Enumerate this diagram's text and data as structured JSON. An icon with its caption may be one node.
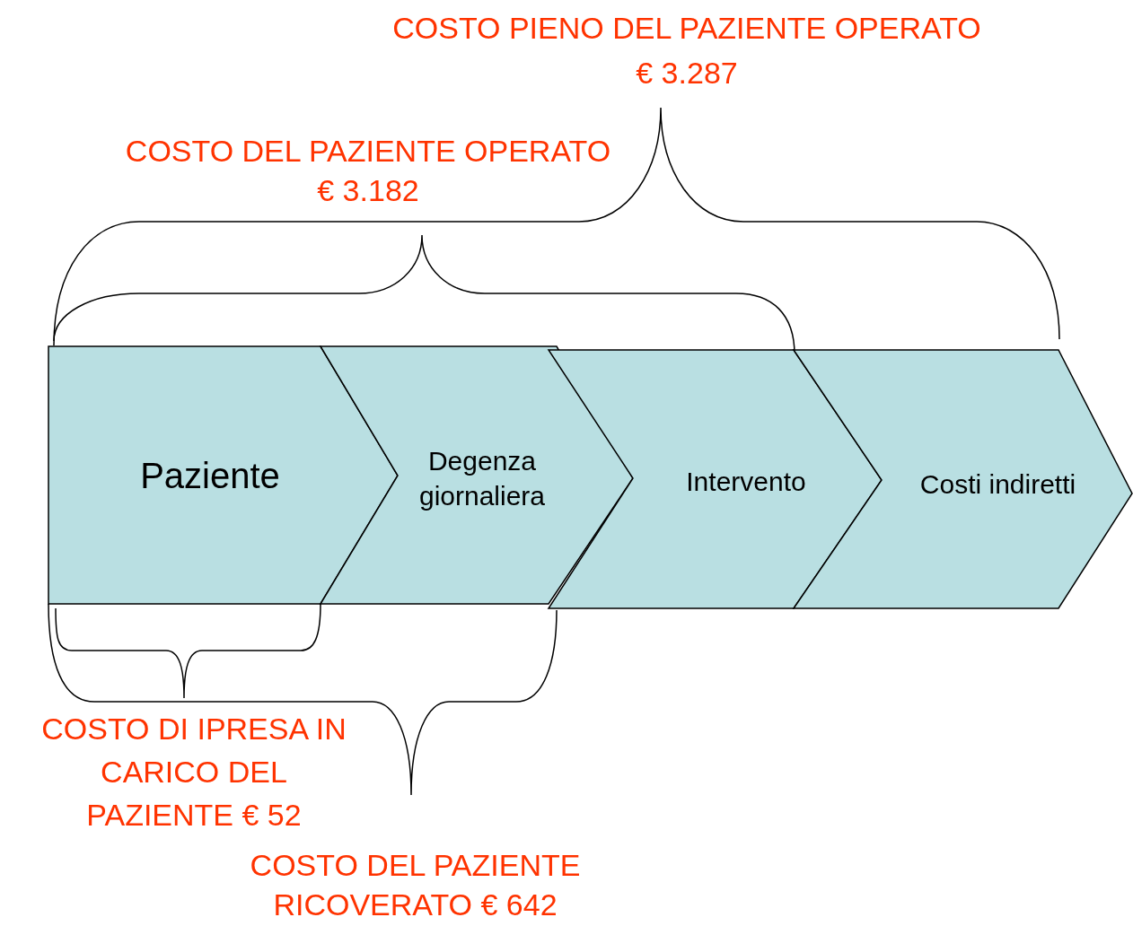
{
  "diagram": {
    "nodes": [
      {
        "text": [
          "Paziente"
        ]
      },
      {
        "text": [
          "Degenza giornaliera"
        ]
      },
      {
        "text": [
          "Intervento"
        ]
      },
      {
        "text": [
          "Costi indiretti"
        ]
      }
    ],
    "labels": [
      "COSTO PIENO DEL PAZIENTE OPERATO € 3.287",
      "COSTO DEL PAZIENTE OPERATO € 3.182",
      "COSTO DI IPRESA IN CARICO DEL PAZIENTE € 52",
      "COSTO DEL PAZIENTE RICOVERATO € 642"
    ]
  }
}
